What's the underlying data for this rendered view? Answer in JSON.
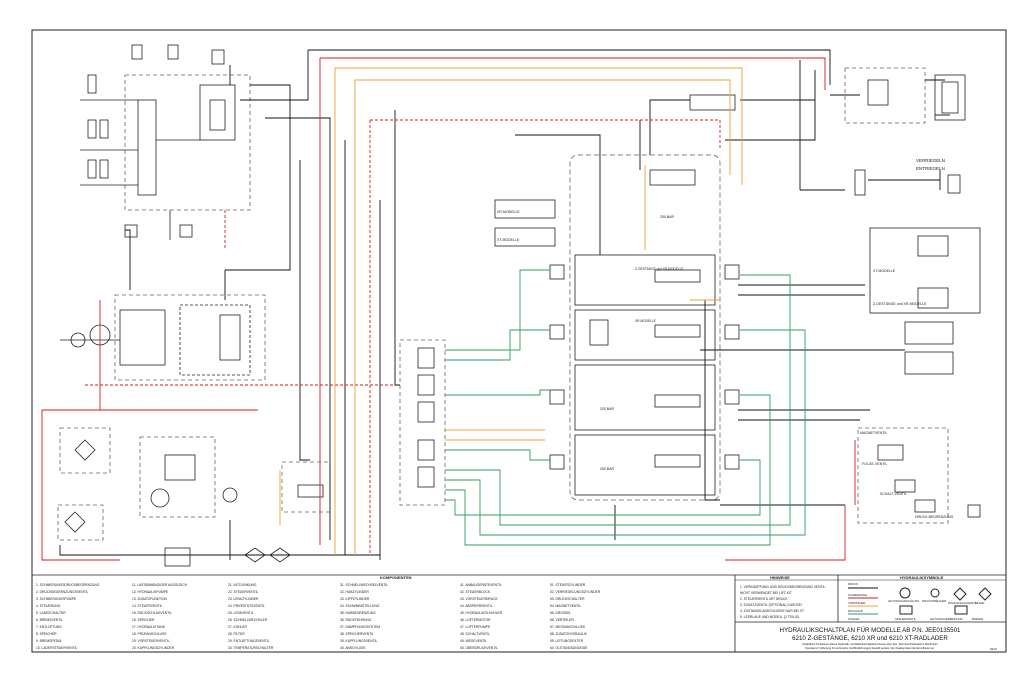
{
  "title_block": {
    "line1": "HYDRAULIKSCHALTPLAN FÜR MODELLE AB P.N. JEE0135501",
    "line2": "6210 Z-GESTÄNGE, 6210 XR und 6210 XT-RADLADER",
    "note1": "Zusätzliche Funktionen dieses Hydraulik- und Elektrikschaltplans können über das „Technical Publications Distribution",
    "note2": "Operations\" (Abteilung für technische Veröffentlichungen) bestellt werden. Der Katalog bietet die Einzelheiten an.",
    "page_id": "6210"
  },
  "labels": {
    "verriegeln": "VERRIEGELN",
    "entriegeln": "ENTRIEGELN",
    "xt_modelle": "XT-MODELLE",
    "z_gestaenge": "Z-GESTÄNGE und XR-MODELLE",
    "xr_modelle_a": "XR-MODELLE",
    "xt_modelle_a": "XT-MODELLE",
    "z_gestaenge_b": "Z-GESTÄNGE und XR-MODELLE",
    "modell_b": "XR-MODELLE",
    "magnetventil": "MAGNETVENTIL",
    "folge_ventil": "FOLGE-VENTIL",
    "schalt_ventil": "SCHALT-VENTIL",
    "druck_begrenzung": "DRUCK-BEGRENZUNG",
    "bar_250": "250 BAR",
    "bar_200": "200 BAR",
    "bar_260": "260 BAR"
  },
  "legend_headers": {
    "components": "KOMPONENTEN",
    "hints": "HINWEISE",
    "hydraulic_symbols": "HYDRAULIKSYMBOLE"
  },
  "hints": [
    "1. VERKNÜPFUNG UND DRUCKBEGRENZUNG VENTIL",
    "NICHT VERWENDET BEI LIFT-KIT",
    "2. STEUERVENTIL MIT DRUCK",
    "3. ZUSATZVENTIL (OPTIONAL) NUR BEI",
    "4. ZUSTANDS-ANSCHLÜSSE NUR BEI XT",
    "5. LEERLAUF UND MODELL (2 TEILIG)"
  ],
  "symbols": [
    {
      "label": "DRUCK"
    },
    {
      "label": "SCHMIERUNG"
    },
    {
      "label": "VORSTEUER"
    },
    {
      "label": "RÜCKLAUF"
    },
    {
      "label": "LEITUNGSANSCHLUSS"
    },
    {
      "label": "DRUCKSPEICHER"
    },
    {
      "label": "RÜCKSCHLAGVENTIL"
    },
    {
      "label": "FILTER"
    },
    {
      "label": "KÜHLER"
    },
    {
      "label": "STEUERVENTIL"
    },
    {
      "label": "LEITUNGSVERBINDUNG"
    },
    {
      "label": "BLENDE"
    }
  ],
  "components_col1": [
    "1. SCHMIERUNGSDRUCKBEGRENZUNG",
    "2. DRUCKBEGRENZUNGSVENTIL",
    "3. SCHMIERUNGSPUMPE",
    "4. STEUERUNG",
    "5. LADESCHALTER",
    "6. BREMSVENTIL",
    "7. ENTLÜFTUNG",
    "8. SPEICHER",
    "9. BREMSPEDAL",
    "10. LADERSTEUERVENTIL"
  ],
  "components_col2": [
    "11. LASTABHÄNGIGER AUSGLEICH",
    "12. HYDRAULIKPUMPE",
    "13. ZUSATZFUNKTION",
    "14. STEUERVENTIL",
    "15. RÜCKSCHLAGVENTIL",
    "16. SPEICHER",
    "17. HYDRAULIKTANK",
    "18. PRÜFANSCHLUSS",
    "19. VORSTEUERVENTIL",
    "20. KUPPLUNGSZYLINDER"
  ],
  "components_col3": [
    "21. NOTLENKUNG",
    "22. STEUERVENTIL",
    "23. LENKZYLINDER",
    "24. PRIORITÄTSVENTIL",
    "25. LENKVENTIL",
    "26. SCHNELLWECHSLER",
    "27. KÜHLER",
    "28. FILTER",
    "29. ENTLÜFTUNGSVENTIL",
    "30. TEMPERATURSCHALTER"
  ],
  "components_col4": [
    "31. SCHNELLWECHSELVENTIL",
    "32. HUBZYLINDER",
    "33. KIPPZYLINDER",
    "34. SCHWIMMSTELLUNG",
    "35. HUBBEGRENZUNG",
    "36. RÜCKFÜHRUNG",
    "37. DÄMPFUNGSSYSTEM",
    "38. SPEICHERVENTIL",
    "39. KUPPLUNGSVENTIL",
    "40. ANSCHLUSS"
  ],
  "components_col5": [
    "41. ANBAUGERÄTEVENTIL",
    "42. STEUERBLOCK",
    "43. VORSTEUERDRUCK",
    "44. ABSPERRVENTIL",
    "45. HYDRAULIKÖLKÜHLER",
    "46. LÜFTERMOTOR",
    "47. LÜFTERPUMPE",
    "48. SCHALTVENTIL",
    "49. WEGEVENTIL",
    "50. ÜBERDRUCKVENTIL"
  ],
  "components_col6": [
    "51. STEUERZYLINDER",
    "52. VERRIEGELUNGSZYLINDER",
    "53. DRUCKSCHALTER",
    "54. MAGNETVENTIL",
    "55. DROSSEL",
    "56. VERTEILER",
    "57. MESSANSCHLUSS",
    "58. ZUSATZHYDRAULIK",
    "59. LEITUNGSFILTER",
    "60. ÖLSTANDSANZEIGE"
  ],
  "colors": {
    "pressure": "#000000",
    "lube": "#d01c1c",
    "pilot": "#f0a030",
    "return": "#2e9e5e",
    "box": "#555555"
  }
}
